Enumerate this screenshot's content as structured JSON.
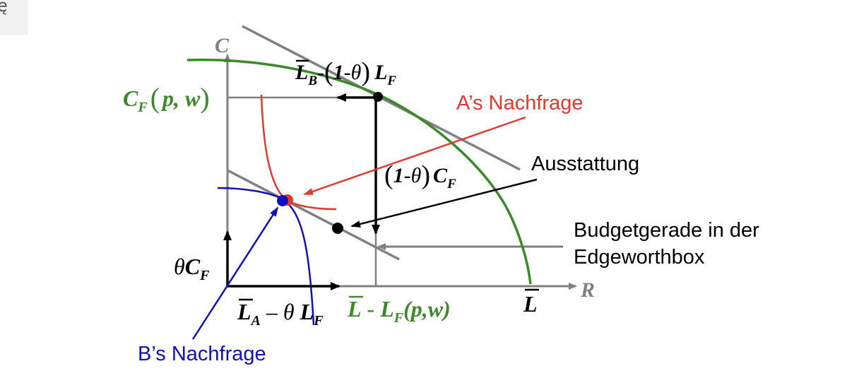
{
  "corner_icon": "partial-glyph-icon",
  "axes": {
    "y_label": "C",
    "x_label": "R"
  },
  "labels": {
    "top_line_a": "L",
    "top_line_b": "B",
    "top_line_c": "-",
    "top_line_d": "(",
    "top_line_e": "1",
    "top_line_f": "-θ",
    "top_line_g": ")",
    "top_line_h": "L",
    "top_line_i": "F",
    "cf_pw_a": "C",
    "cf_pw_b": "F",
    "cf_pw_c": "(",
    "cf_pw_d": "p, w",
    "cf_pw_e": ")",
    "mid_a": "(",
    "mid_b": "1",
    "mid_c": "-θ",
    "mid_d": ")",
    "mid_e": "C",
    "mid_f": "F",
    "theta_cf_a": "θ",
    "theta_cf_b": "C",
    "theta_cf_c": "F",
    "la_a": "L",
    "la_b": "A",
    "la_c": " – θ ",
    "la_d": "L",
    "la_e": "F",
    "l_minus_a": "L",
    "l_minus_b": " - ",
    "l_minus_c": "L",
    "l_minus_d": "F",
    "l_minus_e": "(p,w)",
    "lbar": "L"
  },
  "annotations": {
    "a_demand": "A’s Nachfrage",
    "endowment": "Ausstattung",
    "budget_line_1": "Budgetgerade in der",
    "budget_line_2": "Edgeworthbox",
    "b_demand": "B’s Nachfrage"
  },
  "colors": {
    "axis": "#808080",
    "ppf": "#3a8a2a",
    "a_demand": "#e03a2e",
    "b_demand": "#1010b8",
    "black": "#000000",
    "green_text": "#3a8a2a"
  }
}
